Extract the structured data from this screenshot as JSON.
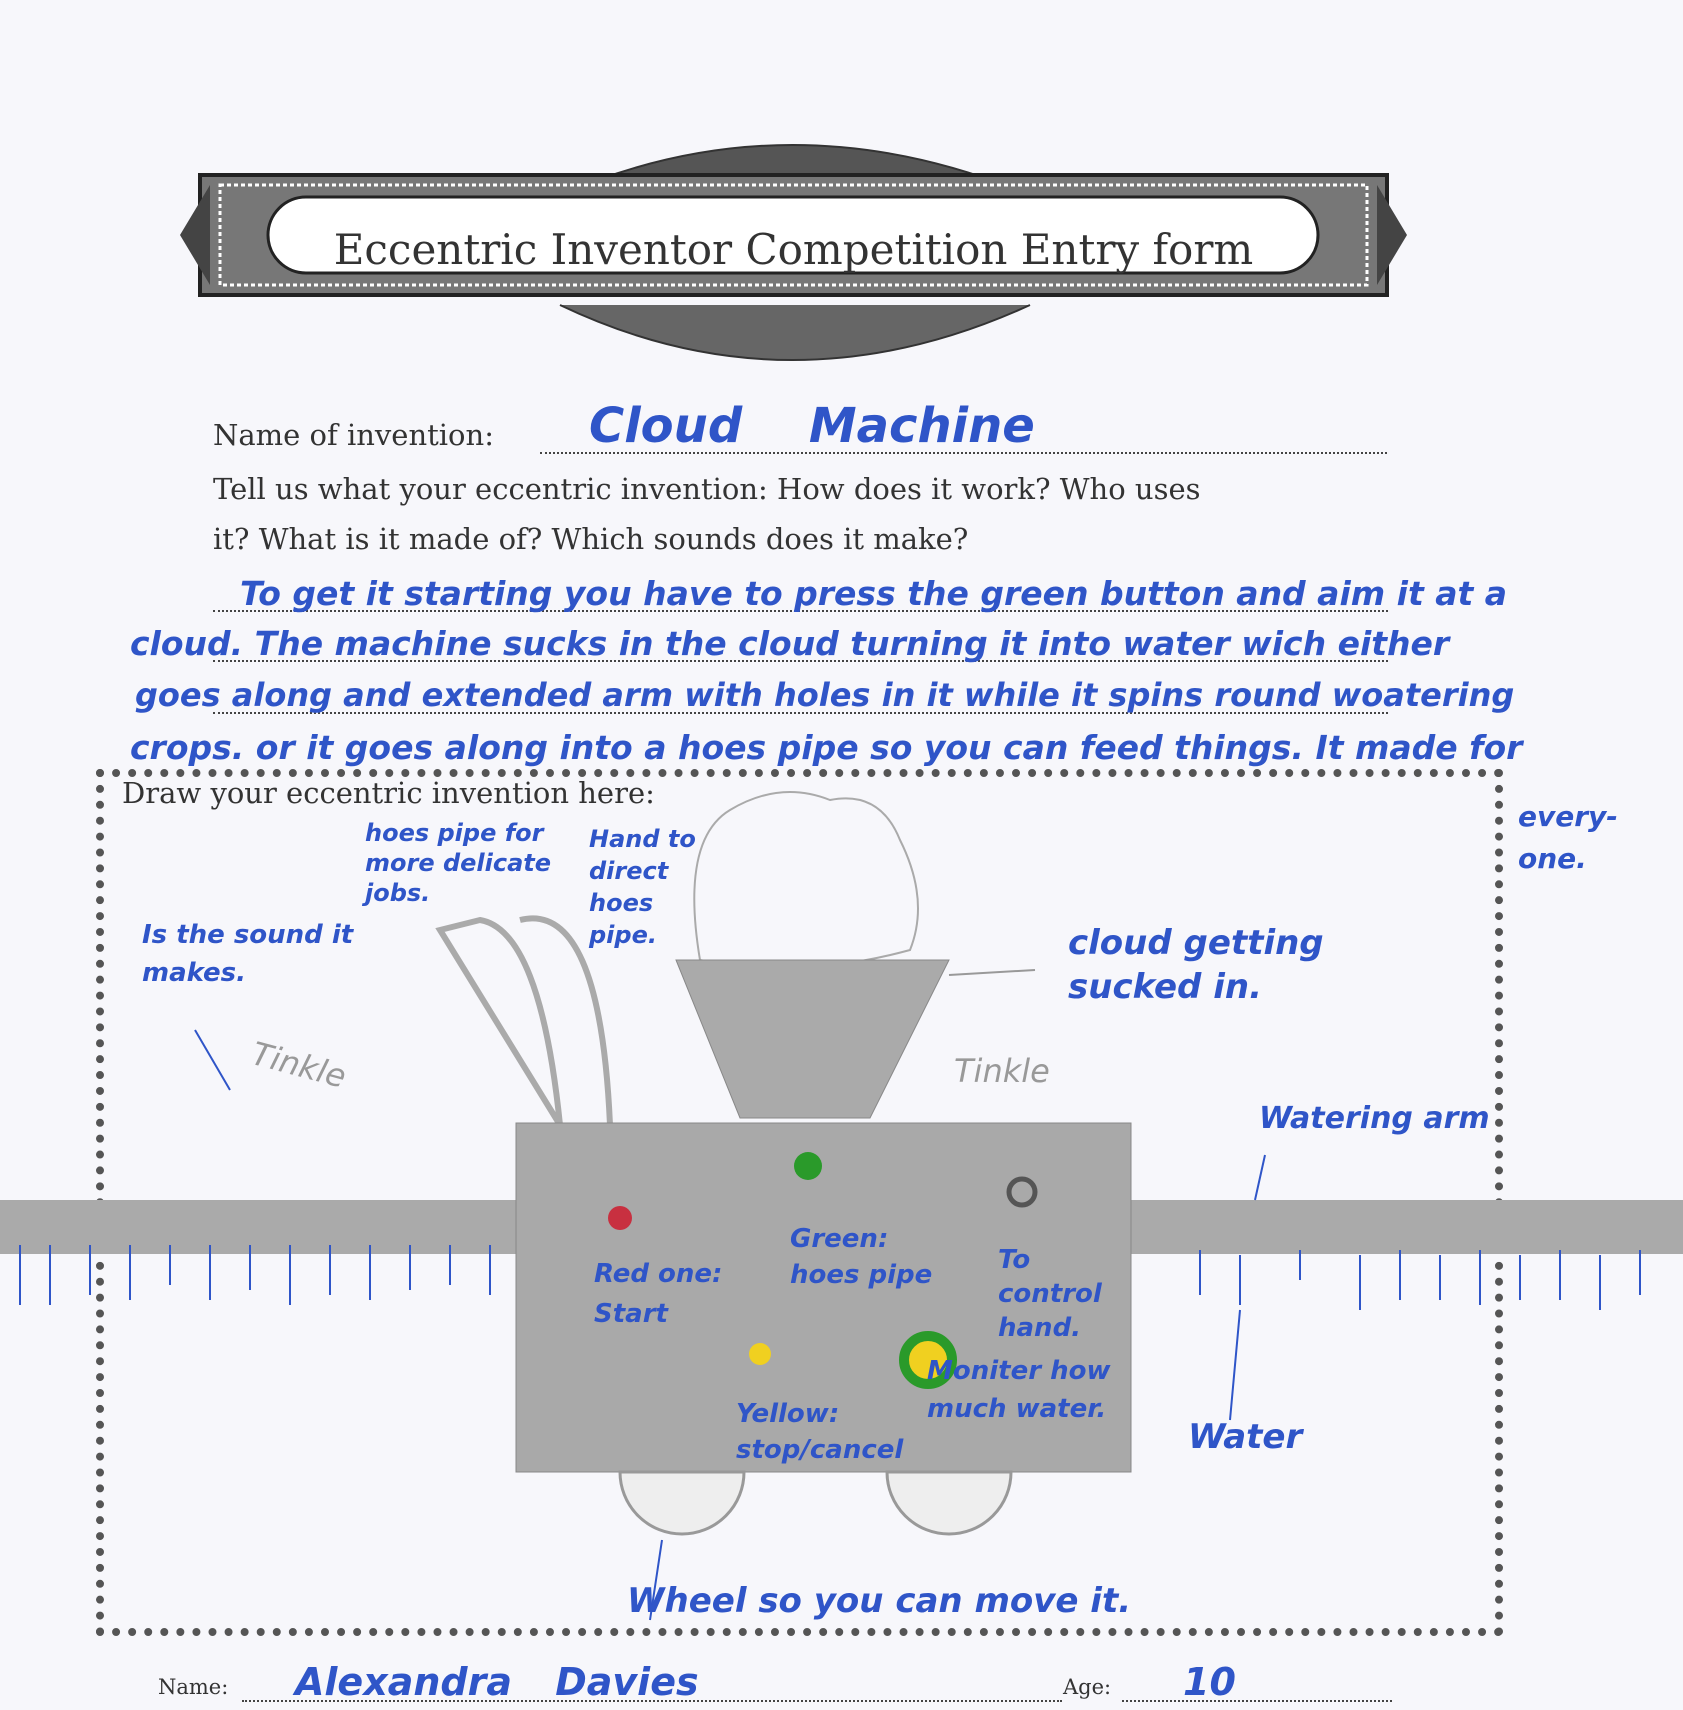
{
  "form": {
    "title": "Eccentric Inventor Competition Entry form",
    "name_of_invention_label": "Name of invention:",
    "name_of_invention_value": "Cloud Machine",
    "question_line1": "Tell us what your eccentric invention: How does it work? Who uses",
    "question_line2": "it? What is it made of? Which sounds does it make?",
    "answer_lines": [
      "To get it starting you have to press the green button and aim it at a",
      "cloud. The machine sucks in the cloud turning it into water wich either",
      "goes along and extended arm with holes in it while it spins round woatering",
      "crops. or it goes along into a hoes pipe so you can feed things. It made for"
    ],
    "answer_tail": "every-one.",
    "draw_label": "Draw your eccentric invention here:",
    "name_label": "Name:",
    "name_value": "Alexandra Davies",
    "age_label": "Age:",
    "age_value": "10"
  },
  "drawing": {
    "labels": {
      "hose_pipe": "hoes pipe for more delicate jobs.",
      "hand": "Hand to direct hoes pipe.",
      "sound": "Is the sound it makes.",
      "tinkle_left": "Tinkle",
      "tinkle_right": "Tinkle",
      "cloud": "cloud getting sucked in.",
      "watering_arm": "Watering arm",
      "red": "Red one: Start",
      "green": "Green: hoes pipe",
      "control": "To control hand.",
      "yellow": "Yellow: stop/cancel",
      "monitor": "Moniter how much water.",
      "water": "Water",
      "wheel": "Wheel so you can move it."
    },
    "colors": {
      "red": "#c83040",
      "green": "#2a9a2a",
      "yellow": "#f0d020",
      "ink": "#2f55c8"
    }
  }
}
